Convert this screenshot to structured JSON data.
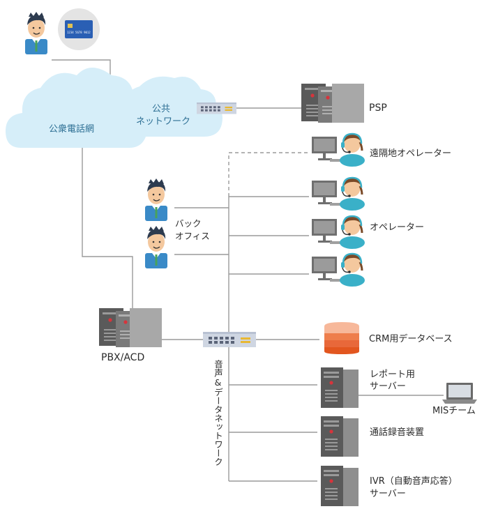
{
  "labels": {
    "public_phone_network": "公衆電話網",
    "public_network_1": "公共",
    "public_network_2": "ネットワーク",
    "psp": "PSP",
    "remote_operator": "遠隔地オペレーター",
    "back_office_1": "バック",
    "back_office_2": "オフィス",
    "operator": "オペレーター",
    "pbx_acd": "PBX/ACD",
    "crm_db": "CRM用データベース",
    "report_server_1": "レポート用",
    "report_server_2": "サーバー",
    "mis_team": "MISチーム",
    "call_recorder": "通話録音装置",
    "ivr_1": "IVR（自動音声応答）",
    "ivr_2": "サーバー",
    "voice_data_network": "音声&データネットワーク",
    "card_text": "1234 5678 9012"
  },
  "colors": {
    "cloud": "#d6eef9",
    "cloud_text": "#2d6f94",
    "line": "#9a9a9a",
    "server_dark": "#5a5a5a",
    "server_light": "#8e8e8e",
    "server_red": "#d7343c",
    "switch": "#cfd6e2",
    "crm_top": "#f7b89a",
    "crm_mid": "#ee7e4c",
    "crm_bot": "#e2561f",
    "headset_teal": "#3ab0c8",
    "shirt_blue": "#3a8ac7",
    "tie_green": "#49a35a",
    "card_blue": "#2a5fb4"
  }
}
